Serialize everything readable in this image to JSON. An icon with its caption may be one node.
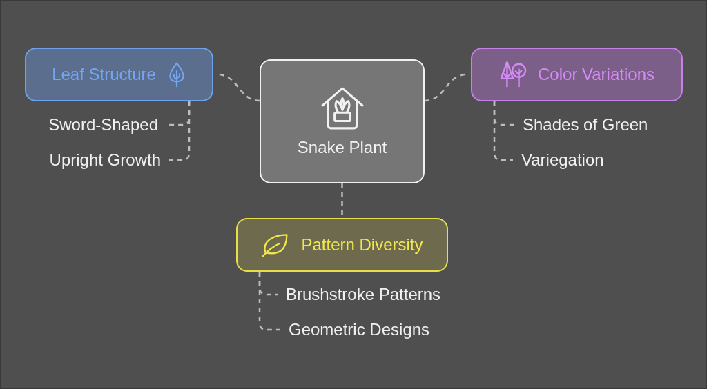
{
  "diagram": {
    "nodes": [
      {
        "text": [
          "Snake Plant"
        ]
      },
      {
        "text": [
          "Leaf Structure"
        ]
      },
      {
        "text": [
          "Color Variations"
        ]
      },
      {
        "text": [
          "Pattern Diversity"
        ]
      },
      {
        "text": [
          "Sword-Shaped"
        ]
      },
      {
        "text": [
          "Upright Growth"
        ]
      },
      {
        "text": [
          "Shades of Green"
        ]
      },
      {
        "text": [
          "Variegation"
        ]
      },
      {
        "text": [
          "Brushstroke Patterns"
        ]
      },
      {
        "text": [
          "Geometric Designs"
        ]
      }
    ],
    "edges": [
      {
        "from": 0,
        "to": 1,
        "arrow": "none",
        "style": "dashed"
      },
      {
        "from": 0,
        "to": 2,
        "arrow": "none",
        "style": "dashed"
      },
      {
        "from": 0,
        "to": 3,
        "arrow": "none",
        "style": "dashed"
      },
      {
        "from": 1,
        "to": 4,
        "arrow": "none",
        "style": "dashed"
      },
      {
        "from": 1,
        "to": 5,
        "arrow": "none",
        "style": "dashed"
      },
      {
        "from": 2,
        "to": 6,
        "arrow": "none",
        "style": "dashed"
      },
      {
        "from": 2,
        "to": 7,
        "arrow": "none",
        "style": "dashed"
      },
      {
        "from": 3,
        "to": 8,
        "arrow": "none",
        "style": "dashed"
      },
      {
        "from": 3,
        "to": 9,
        "arrow": "none",
        "style": "dashed"
      }
    ]
  }
}
